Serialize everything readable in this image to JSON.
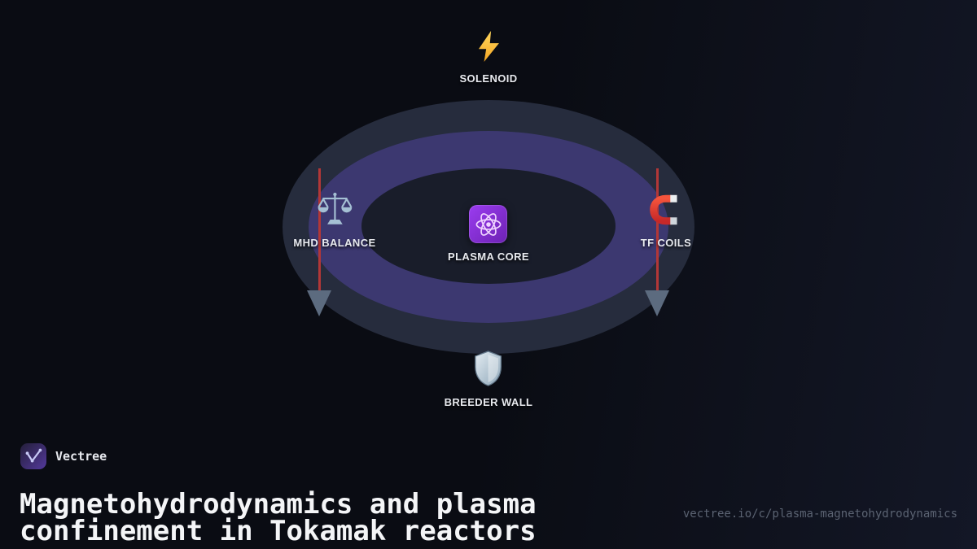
{
  "brand": {
    "name": "Vectree",
    "logo_icon": "vectree-logo-icon"
  },
  "title": "Magnetohydrodynamics and plasma confinement in Tokamak reactors",
  "url": "vectree.io/c/plasma-magnetohydrodynamics",
  "diagram": {
    "solenoid": {
      "label": "SOLENOID",
      "icon": "lightning-icon"
    },
    "mhd_balance": {
      "label": "MHD BALANCE",
      "icon": "scales-icon"
    },
    "tf_coils": {
      "label": "TF COILS",
      "icon": "magnet-icon"
    },
    "plasma_core": {
      "label": "PLASMA CORE",
      "icon": "atom-icon"
    },
    "breeder_wall": {
      "label": "BREEDER WALL",
      "icon": "shield-icon"
    },
    "colors": {
      "background": "#0a0c13",
      "torus_outer": "#262c3d",
      "torus_ring": "#3c3870",
      "torus_hole": "#191d2a",
      "field_line": "#b23737",
      "flow_arrow": "#5c6b7f",
      "core_box": "#8a2be2",
      "bolt": "#f5a623",
      "magnet": "#e23b3b",
      "label_text": "#e8eaef"
    }
  }
}
